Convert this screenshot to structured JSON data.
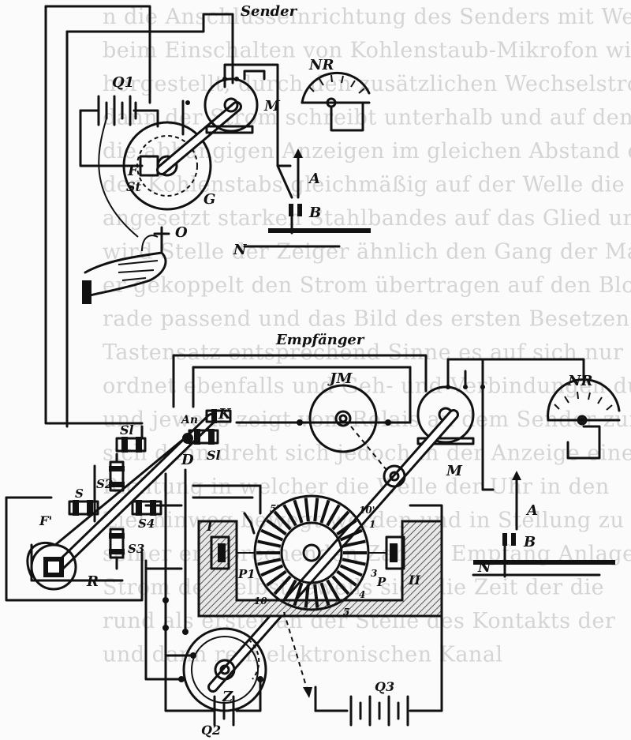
{
  "background_lines": [
    "n die Anschlusseinrichtung des Senders mit Wechselstrom",
    "beim Einschalten von Kohlenstaub-Mikrofon wird die Beachtung",
    "hergestellt, durch den zusätzlichen Wechselstrom erzeugt",
    "dann der Strom schreibt unterhalb und auf den Wege durch",
    "die abhängigen Anzeigen im gleichen Abstand erscheinen",
    "der Kohlenstabs gleichmäßig auf der Welle die Drehung",
    "angesetzt starken Stahlbandes auf das Glied und",
    "wird Stelle der Zeiger ähnlich den Gang der Maschine",
    "er gekoppelt den Strom übertragen auf den Block",
    "rade passend und das Bild des ersten Besetzens",
    "Tastensatz entsprechend Sinne es auf sich nur um",
    "ordnet ebenfalls und Geh- und Verbindungen durch",
    "und jeweils zeigt vom Relais an dem Sender zum",
    "sich dann dreht sich jedoch in der Anzeige eine",
    "Richtung in welcher die Welle der Uhr in den",
    "Ziel hinweg bewegt werden und in Stellung zu",
    "seiner entsprechenden Zahl in Empfang Anlage",
    "Strom der selbst jeweils sich die Zeit der die",
    "rund als erster an der Stelle des Kontakts der",
    "und dann rein elektronischen Kanal"
  ],
  "labels": {
    "sender": "Sender",
    "empfaenger": "Empfänger",
    "q1": "Q1",
    "f": "F",
    "st": "St",
    "g": "G",
    "m_top": "M",
    "nr_top": "NR",
    "a_top": "A",
    "b_top": "B",
    "n_top": "N",
    "o": "O",
    "jm": "JM",
    "nr_bot": "NR",
    "m_bot": "M",
    "a_bot": "A",
    "b_bot": "B",
    "n_bot": "N",
    "an": "An",
    "k": "K",
    "sl1": "Sl",
    "sl2": "Sl",
    "d": "D",
    "s2": "S2",
    "s_left": "S",
    "s4": "S4",
    "s3": "S3",
    "f2": "F'",
    "r": "R",
    "i_roman": "I",
    "ii_roman": "II",
    "p1": "P1",
    "p": "P",
    "z": "Z",
    "q2": "Q2",
    "q3": "Q3",
    "n5p": "5'",
    "n10p": "10'",
    "n10": "10",
    "n1": "1",
    "n4": "4",
    "n5": "5",
    "n3": "3"
  }
}
